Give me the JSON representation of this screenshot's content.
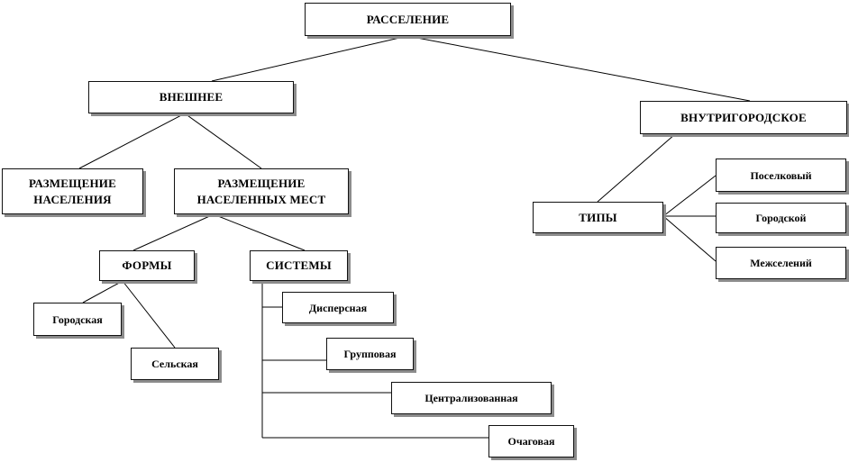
{
  "nodes": {
    "root": "РАССЕЛЕНИЕ",
    "external": "ВНЕШНЕЕ",
    "intracity": "ВНУТРИГОРОДСКОЕ",
    "population_placement": "РАЗМЕЩЕНИЕ\nНАСЕЛЕНИЯ",
    "settlements_placement": "РАЗМЕЩЕНИЕ\nНАСЕЛЕННЫХ  МЕСТ",
    "forms": "ФОРМЫ",
    "systems": "СИСТЕМЫ",
    "form_urban": "Городская",
    "form_rural": "Сельская",
    "system_dispersed": "Дисперсная",
    "system_group": "Групповая",
    "system_centralized": "Централизованная",
    "system_focal": "Очаговая",
    "types": "ТИПЫ",
    "type_settlement": "Поселковый",
    "type_urban": "Городской",
    "type_interurban": "Межселений"
  },
  "colors": {
    "border": "#111111",
    "shadow": "#8c8c8c",
    "line": "#000000",
    "background": "#ffffff"
  }
}
